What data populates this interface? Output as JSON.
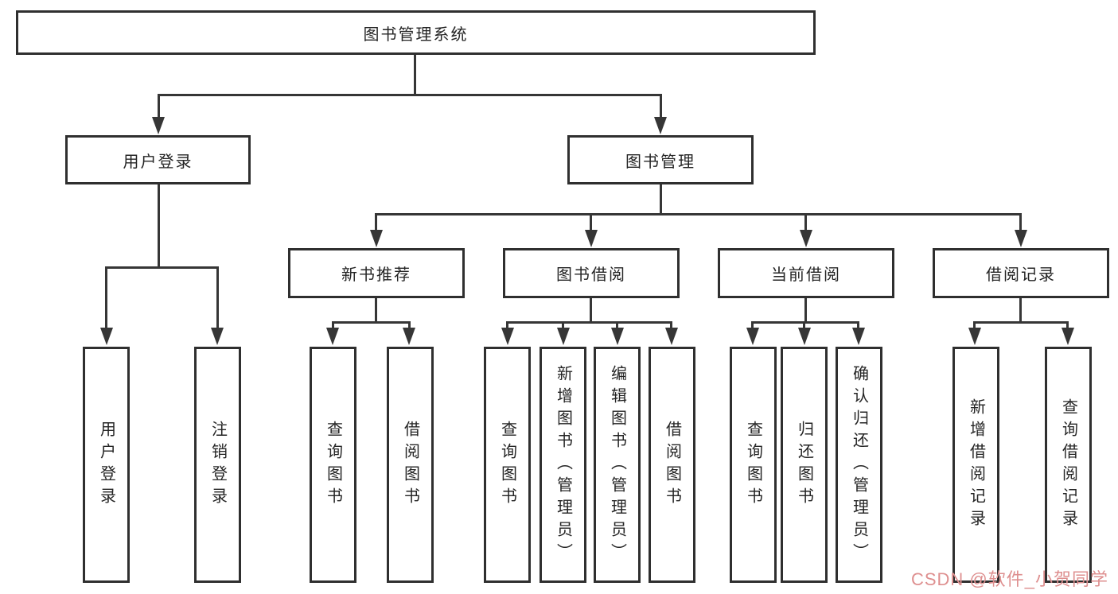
{
  "diagram": {
    "type": "functional-structure-tree",
    "orientation": "top-down"
  },
  "tree": {
    "label": "图书管理系统",
    "children": [
      {
        "label": "用户登录",
        "children": [
          {
            "label": "用户登录"
          },
          {
            "label": "注销登录"
          }
        ]
      },
      {
        "label": "图书管理",
        "children": [
          {
            "label": "新书推荐",
            "children": [
              {
                "label": "查询图书"
              },
              {
                "label": "借阅图书"
              }
            ]
          },
          {
            "label": "图书借阅",
            "children": [
              {
                "label": "查询图书"
              },
              {
                "label": "新增图书（管理员）"
              },
              {
                "label": "编辑图书（管理员）"
              },
              {
                "label": "借阅图书"
              }
            ]
          },
          {
            "label": "当前借阅",
            "children": [
              {
                "label": "查询图书"
              },
              {
                "label": "归还图书"
              },
              {
                "label": "确认归还（管理员）"
              }
            ]
          },
          {
            "label": "借阅记录",
            "children": [
              {
                "label": "新增借阅记录"
              },
              {
                "label": "查询借阅记录"
              }
            ]
          }
        ]
      }
    ]
  },
  "watermark": {
    "text": "CSDN @软件_小贺同学",
    "color": "#de8f8f"
  },
  "colors": {
    "background": "#ffffff",
    "box_border": "#2f2f2f",
    "line": "#363636",
    "text": "#242424"
  }
}
